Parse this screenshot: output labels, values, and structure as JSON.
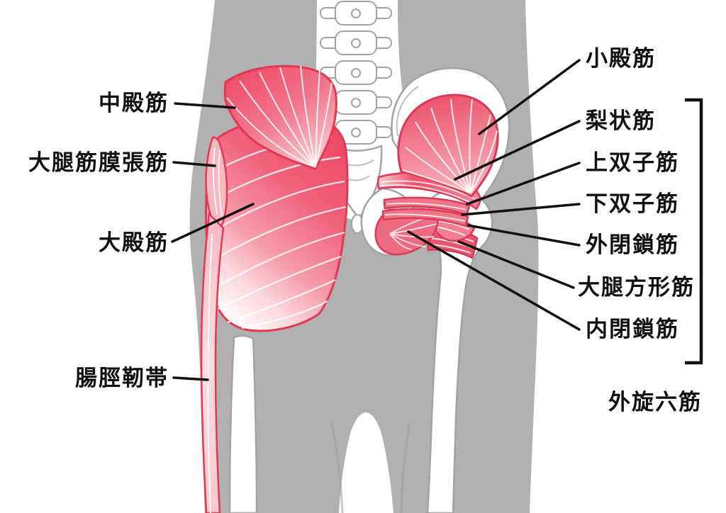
{
  "labels": {
    "left": {
      "gluteus_medius": "中殿筋",
      "tensor_fasciae_latae": "大腿筋膜張筋",
      "gluteus_maximus": "大殿筋",
      "iliotibial_tract": "腸脛靭帯"
    },
    "right": {
      "gluteus_minimus": "小殿筋",
      "piriformis": "梨状筋",
      "superior_gemellus": "上双子筋",
      "inferior_gemellus": "下双子筋",
      "obturator_externus": "外閉鎖筋",
      "quadratus_femoris": "大腿方形筋",
      "obturator_internus": "内閉鎖筋",
      "group_caption": "外旋六筋"
    }
  },
  "colors": {
    "body_silhouette": "#b1b1b1",
    "bone_fill": "#ffffff",
    "bone_outline": "#a3a3a3",
    "muscle_outline_red": "#e23852",
    "muscle_fill_red": "#ee4a64",
    "muscle_fill_light": "#f9c6cd",
    "annotation_black": "#111111"
  }
}
